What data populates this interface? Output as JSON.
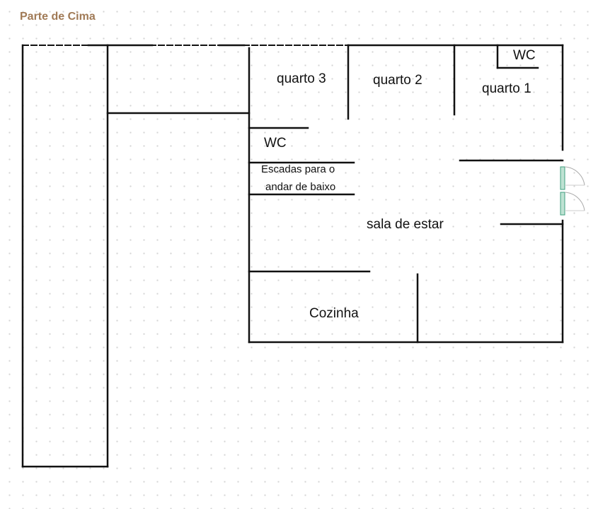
{
  "page": {
    "title": "Parte de Cima"
  },
  "rooms": {
    "quarto3": "quarto 3",
    "quarto2": "quarto 2",
    "quarto1": "quarto 1",
    "wc_top": "WC",
    "wc_mid": "WC",
    "escadas_line1": "Escadas para o",
    "escadas_line2": "andar de baixo",
    "sala": "sala de estar",
    "cozinha": "Cozinha"
  },
  "colors": {
    "title": "#a07a56",
    "walls": "#111111",
    "door": "#3fa07f"
  }
}
